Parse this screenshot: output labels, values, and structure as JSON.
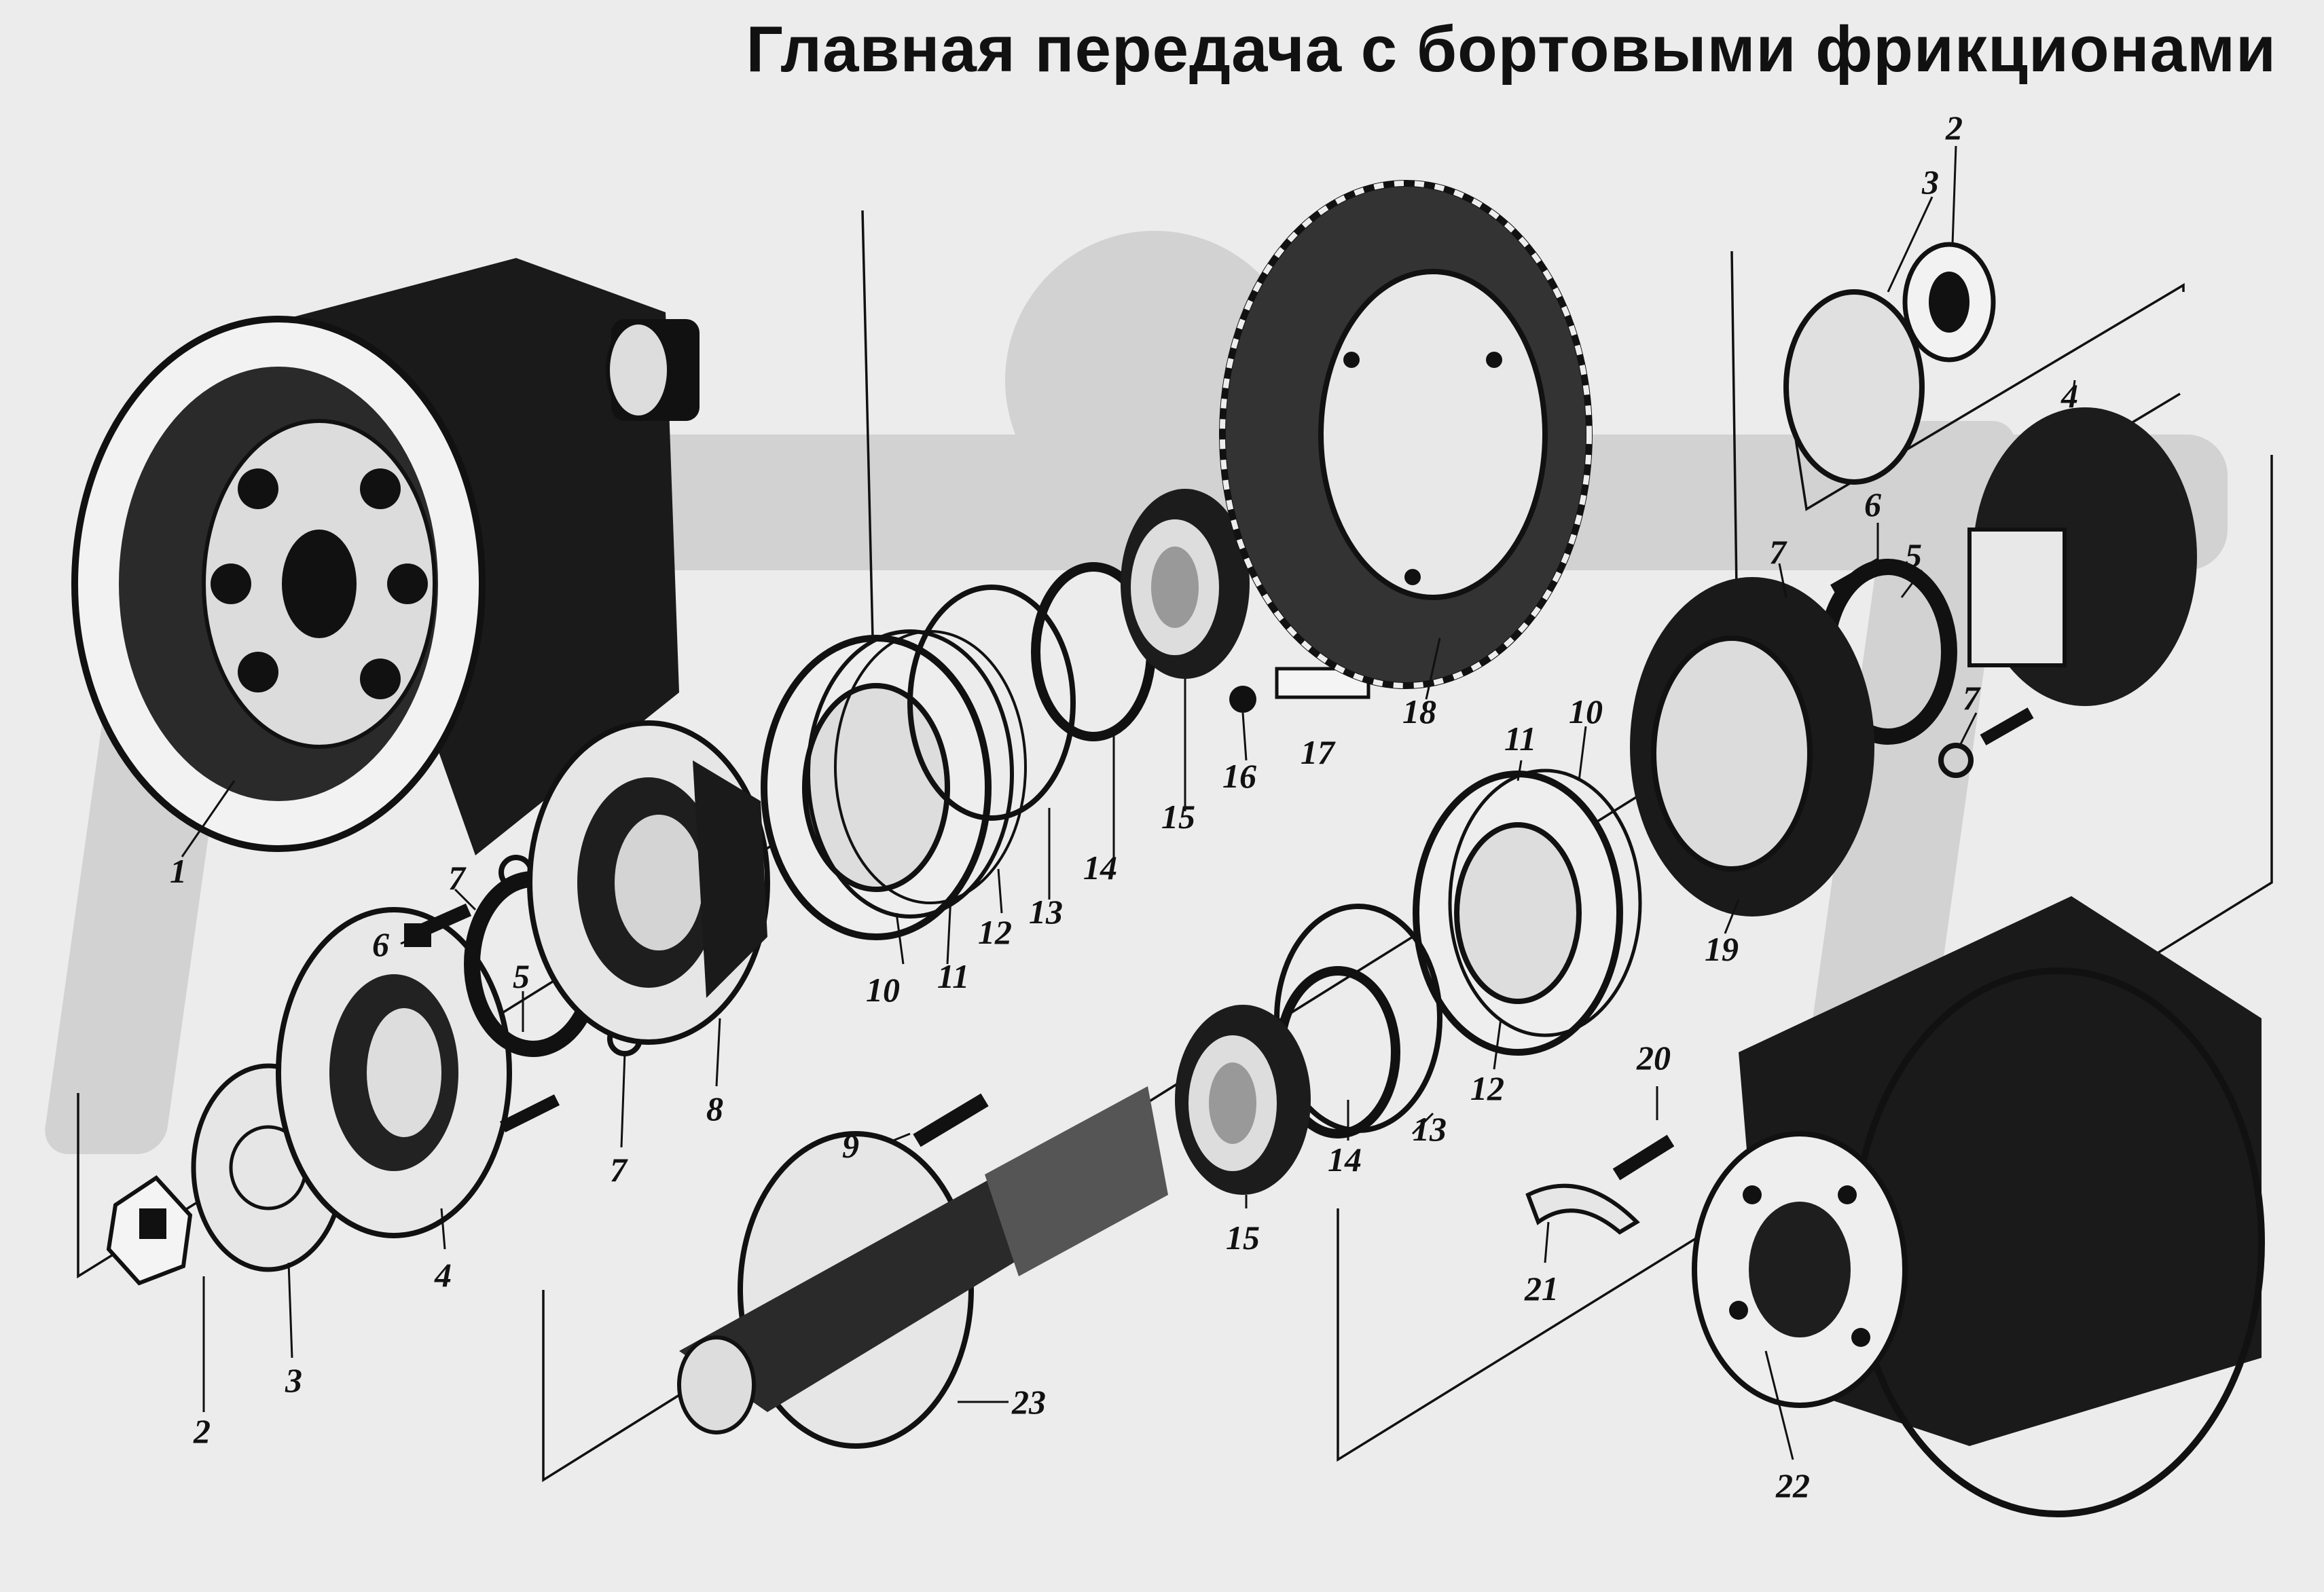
{
  "title": "Главная передача с бортовыми фрикционами",
  "colors": {
    "ink": "#111111",
    "paper": "#ececec",
    "watermark": "#d2d2d2"
  },
  "parts": {
    "part_1": "1",
    "part_2": "2",
    "part_3": "3",
    "part_4": "4",
    "part_5": "5",
    "part_6": "6",
    "part_7": "7",
    "part_8": "8",
    "part_9": "9",
    "part_10": "10",
    "part_11": "11",
    "part_12": "12",
    "part_13": "13",
    "part_14": "14",
    "part_15": "15",
    "part_16": "16",
    "part_17": "17",
    "part_18": "18",
    "part_19": "19",
    "part_20": "20",
    "part_21": "21",
    "part_22": "22",
    "part_23": "23"
  }
}
